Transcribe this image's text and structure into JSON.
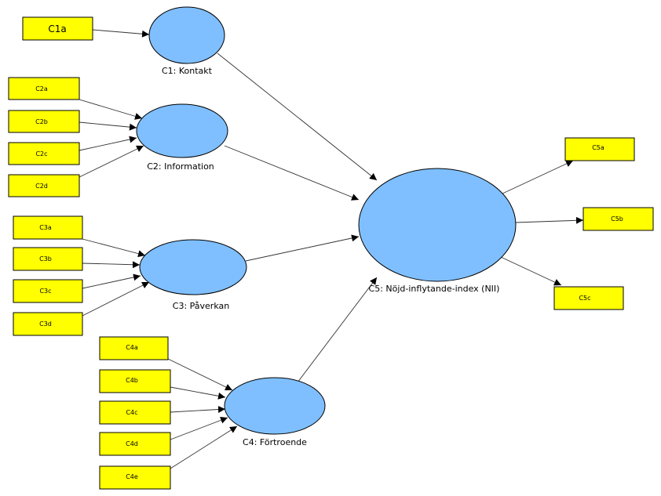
{
  "colors": {
    "indicator_fill": "#ffff00",
    "latent_fill": "#7fbfff"
  },
  "latents": {
    "c1": "C1: Kontakt",
    "c2": "C2: Information",
    "c3": "C3: Påverkan",
    "c4": "C4: Förtroende",
    "c5": "C5: Nöjd-inflytande-index (NII)"
  },
  "indicators": {
    "c1a": "C1a",
    "c2a": "C2a",
    "c2b": "C2b",
    "c2c": "C2c",
    "c2d": "C2d",
    "c3a": "C3a",
    "c3b": "C3b",
    "c3c": "C3c",
    "c3d": "C3d",
    "c4a": "C4a",
    "c4b": "C4b",
    "c4c": "C4c",
    "c4d": "C4d",
    "c4e": "C4e",
    "c5a": "C5a",
    "c5b": "C5b",
    "c5c": "C5c"
  }
}
